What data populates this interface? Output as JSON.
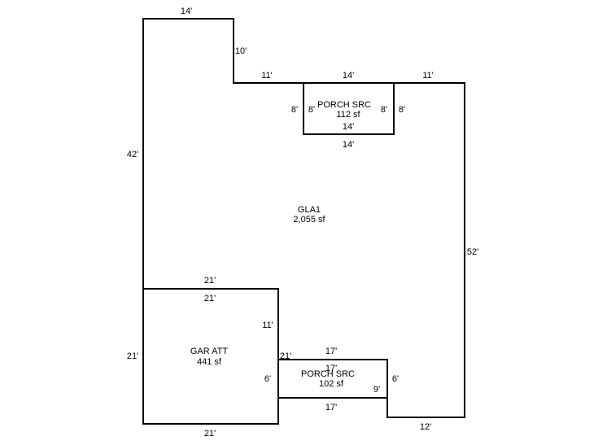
{
  "areas": {
    "gla1": {
      "name": "GLA1",
      "size": "2,055 sf"
    },
    "porch_top": {
      "name": "PORCH SRC",
      "size": "112 sf"
    },
    "porch_bottom": {
      "name": "PORCH SRC",
      "size": "102 sf"
    },
    "garage": {
      "name": "GAR ATT",
      "size": "441 sf"
    }
  },
  "dimensions": {
    "gla_top_left": "14'",
    "gla_step_down": "10'",
    "gla_top_mid_left": "11'",
    "gla_top_center": "14'",
    "gla_top_mid_right": "11'",
    "gla_left": "42'",
    "gla_right": "52'",
    "gla_bottom_right": "12'",
    "porch_top_left_outer": "8'",
    "porch_top_left_inner": "8'",
    "porch_top_right_inner": "8'",
    "porch_top_right_outer": "8'",
    "porch_top_bottom_inner": "14'",
    "porch_top_bottom_outer": "14'",
    "garage_top_outer": "21'",
    "garage_top_inner": "21'",
    "garage_left": "21'",
    "garage_bottom": "21'",
    "garage_right_upper": "11'",
    "garage_right_inner": "21'",
    "garage_right_lower": "6'",
    "porch_bottom_top_outer": "17'",
    "porch_bottom_top_inner": "17'",
    "porch_bottom_bottom": "17'",
    "porch_bottom_right_inner": "9'",
    "porch_bottom_right_outer": "6'"
  }
}
